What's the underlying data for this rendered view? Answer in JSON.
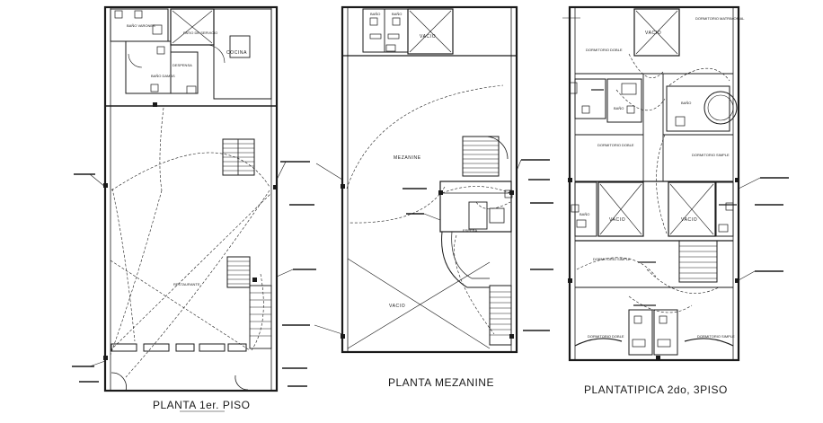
{
  "plans": [
    {
      "caption": "PLANTA 1er. PISO",
      "rooms": {
        "bano_varones": "BAÑO VARONES",
        "patio_servicio": "PATIO DE SERVICIO",
        "cocina": "COCINA",
        "despensa": "DESPENSA",
        "bano_damas": "BAÑO DAMAS",
        "restaurante": "RESTAURANTE"
      }
    },
    {
      "caption": "PLANTA MEZANINE",
      "rooms": {
        "bano_1": "BAÑO",
        "bano_2": "BAÑO",
        "vacio_top": "VACIO",
        "mezanine": "MEZANINE",
        "espera": "ESPERA",
        "vacio_bottom": "VACIO"
      }
    },
    {
      "caption": "PLANTATIPICA 2do, 3PISO",
      "rooms": {
        "vacio_top": "VACIO",
        "dorm_matrimonial": "DORMITORIO MATRIMONIAL",
        "dorm_doble_top": "DORMITORIO DOBLE",
        "bano_a": "BAÑO",
        "bano_b": "BAÑO",
        "dorm_doble_mid": "DORMITORIO DOBLE",
        "dorm_simple_r": "DORMITORIO SIMPLE",
        "bano_c": "BAÑO",
        "vacio_mid_l": "VACIO",
        "vacio_mid_r": "VACIO",
        "dorm_simple_l": "DORMITORIO SIMPLE",
        "dorm_doble_bl": "DORMITORIO DOBLE",
        "dorm_simple_br": "DORMITORIO SIMPLE"
      }
    }
  ]
}
